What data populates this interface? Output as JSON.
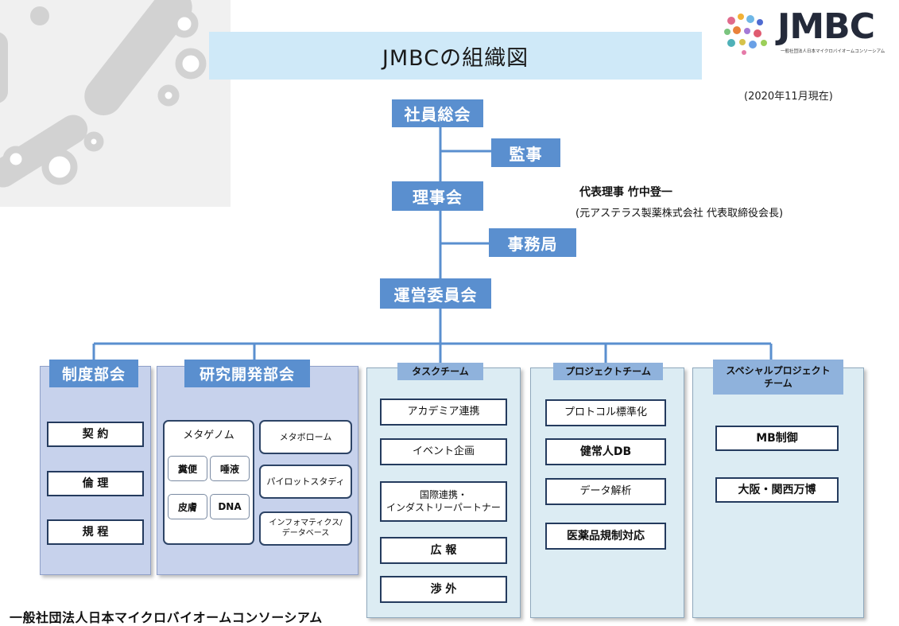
{
  "title": "JMBCの組織図",
  "logo": {
    "text": "JMBC",
    "subtext": "一般社団法人日本マイクロバイオームコンソーシアム"
  },
  "date_note": "(2020年11月現在)",
  "hierarchy": {
    "general_assembly": "社員総会",
    "auditor": "監事",
    "board": "理事会",
    "secretariat": "事務局",
    "steering_committee": "運営委員会"
  },
  "representative": {
    "name": "代表理事 竹中登一",
    "description": "(元アステラス製薬株式会社 代表取締役会長)"
  },
  "departments": {
    "system": {
      "header": "制度部会",
      "items": [
        "契 約",
        "倫 理",
        "規 程"
      ]
    },
    "rnd": {
      "header": "研究開発部会",
      "metagenome": {
        "label": "メタゲノム",
        "cells": [
          "糞便",
          "唾液",
          "皮膚",
          "DNA"
        ]
      },
      "side_items": [
        "メタボローム",
        "パイロットスタディ",
        "インフォマティクス/\nデータベース"
      ]
    },
    "task": {
      "header": "タスクチーム",
      "items": [
        "アカデミア連携",
        "イベント企画",
        "国際連携・\nインダストリーパートナー",
        "広 報",
        "渉 外"
      ]
    },
    "project": {
      "header": "プロジェクトチーム",
      "items": [
        "プロトコル標準化",
        "健常人DB",
        "データ解析",
        "医薬品規制対応"
      ]
    },
    "special": {
      "header": "スペシャルプロジェクト\nチーム",
      "items": [
        "MB制御",
        "大阪・関西万博"
      ]
    }
  },
  "footer": "一般社団法人日本マイクロバイオームコンソーシアム",
  "colors": {
    "node_blue": "#5a8fcf",
    "header_light_blue": "#8fb2dc",
    "panel_purple": "#c7d2ec",
    "panel_light_blue": "#dcecf3",
    "title_banner": "#cfe9f8",
    "connector": "#5a8fcf"
  }
}
